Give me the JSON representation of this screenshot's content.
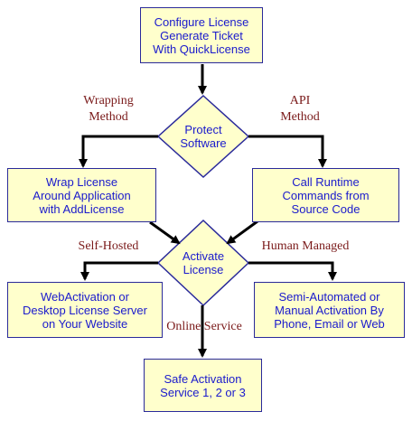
{
  "colors": {
    "box_fill": "#ffffcc",
    "box_border": "#2a2a9a",
    "node_text": "#1a1acc",
    "edge_label_text": "#7a1a1a",
    "arrow": "#000000"
  },
  "nodes": {
    "configure": "Configure License\nGenerate Ticket\nWith QuickLicense",
    "protect": "Protect\nSoftware",
    "wrap": "Wrap License\nAround Application\nwith AddLicense",
    "runtime": "Call Runtime\nCommands from\nSource Code",
    "activate": "Activate\nLicense",
    "webactivation": "WebActivation or\nDesktop License Server\non Your Website",
    "semiauto": "Semi-Automated or\nManual Activation By\nPhone, Email or Web",
    "safe": "Safe Activation\nService 1, 2 or 3"
  },
  "edge_labels": {
    "wrapping": "Wrapping\nMethod",
    "api": "API\nMethod",
    "self_hosted": "Self-Hosted",
    "human_managed": "Human Managed",
    "online_service": "Online Service"
  }
}
